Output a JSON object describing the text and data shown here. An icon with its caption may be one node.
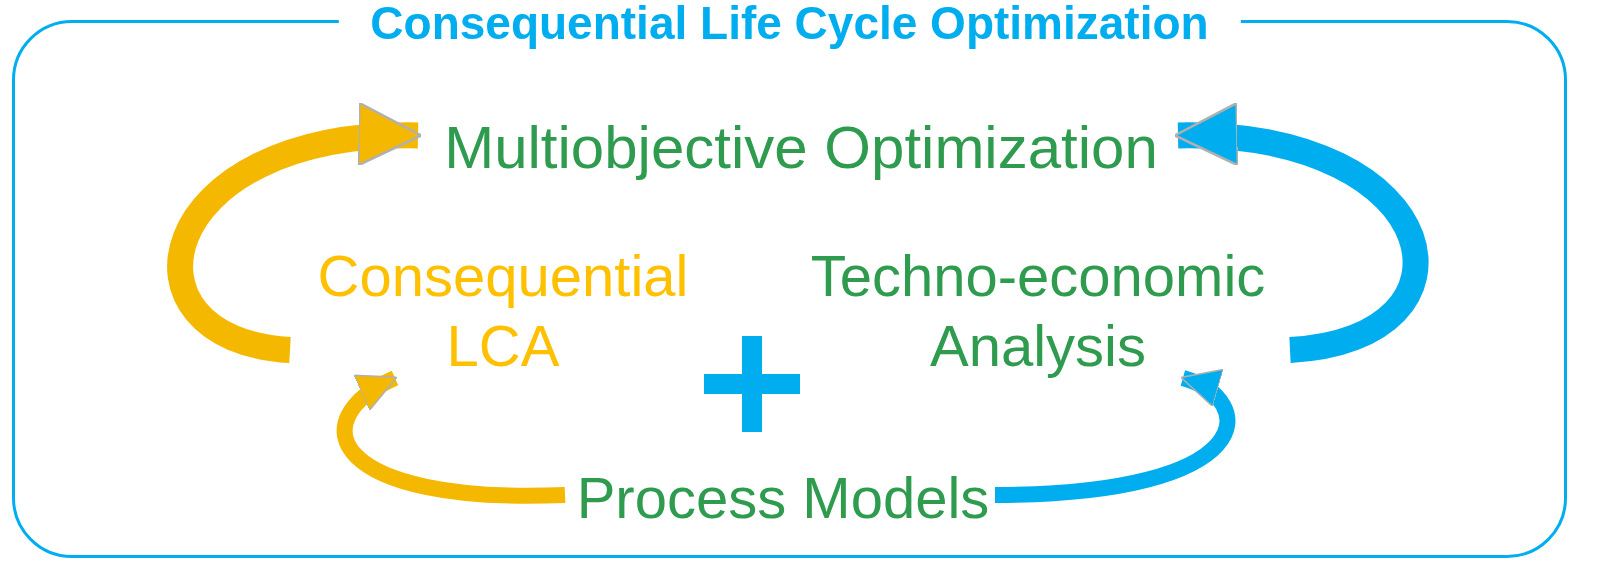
{
  "diagram": {
    "nodes": [
      {
        "text": [
          "Consequential Life Cycle Optimization"
        ]
      },
      {
        "text": [
          "Multiobjective Optimization"
        ],
        "in": 0
      },
      {
        "text": [
          "Consequential LCA"
        ],
        "in": 0
      },
      {
        "text": [
          "Techno-economic Analysis"
        ],
        "in": 0
      },
      {
        "text": [
          "Process Models"
        ],
        "in": 0
      }
    ],
    "edges": [
      {
        "from": 2,
        "to": 1,
        "arrow": "to",
        "color": "#f5b800"
      },
      {
        "from": 4,
        "to": 2,
        "arrow": "to",
        "color": "#f5b800"
      },
      {
        "from": 4,
        "to": 3,
        "arrow": "to",
        "color": "#00aeef"
      },
      {
        "from": 3,
        "to": 1,
        "arrow": "to",
        "color": "#00aeef"
      }
    ]
  }
}
